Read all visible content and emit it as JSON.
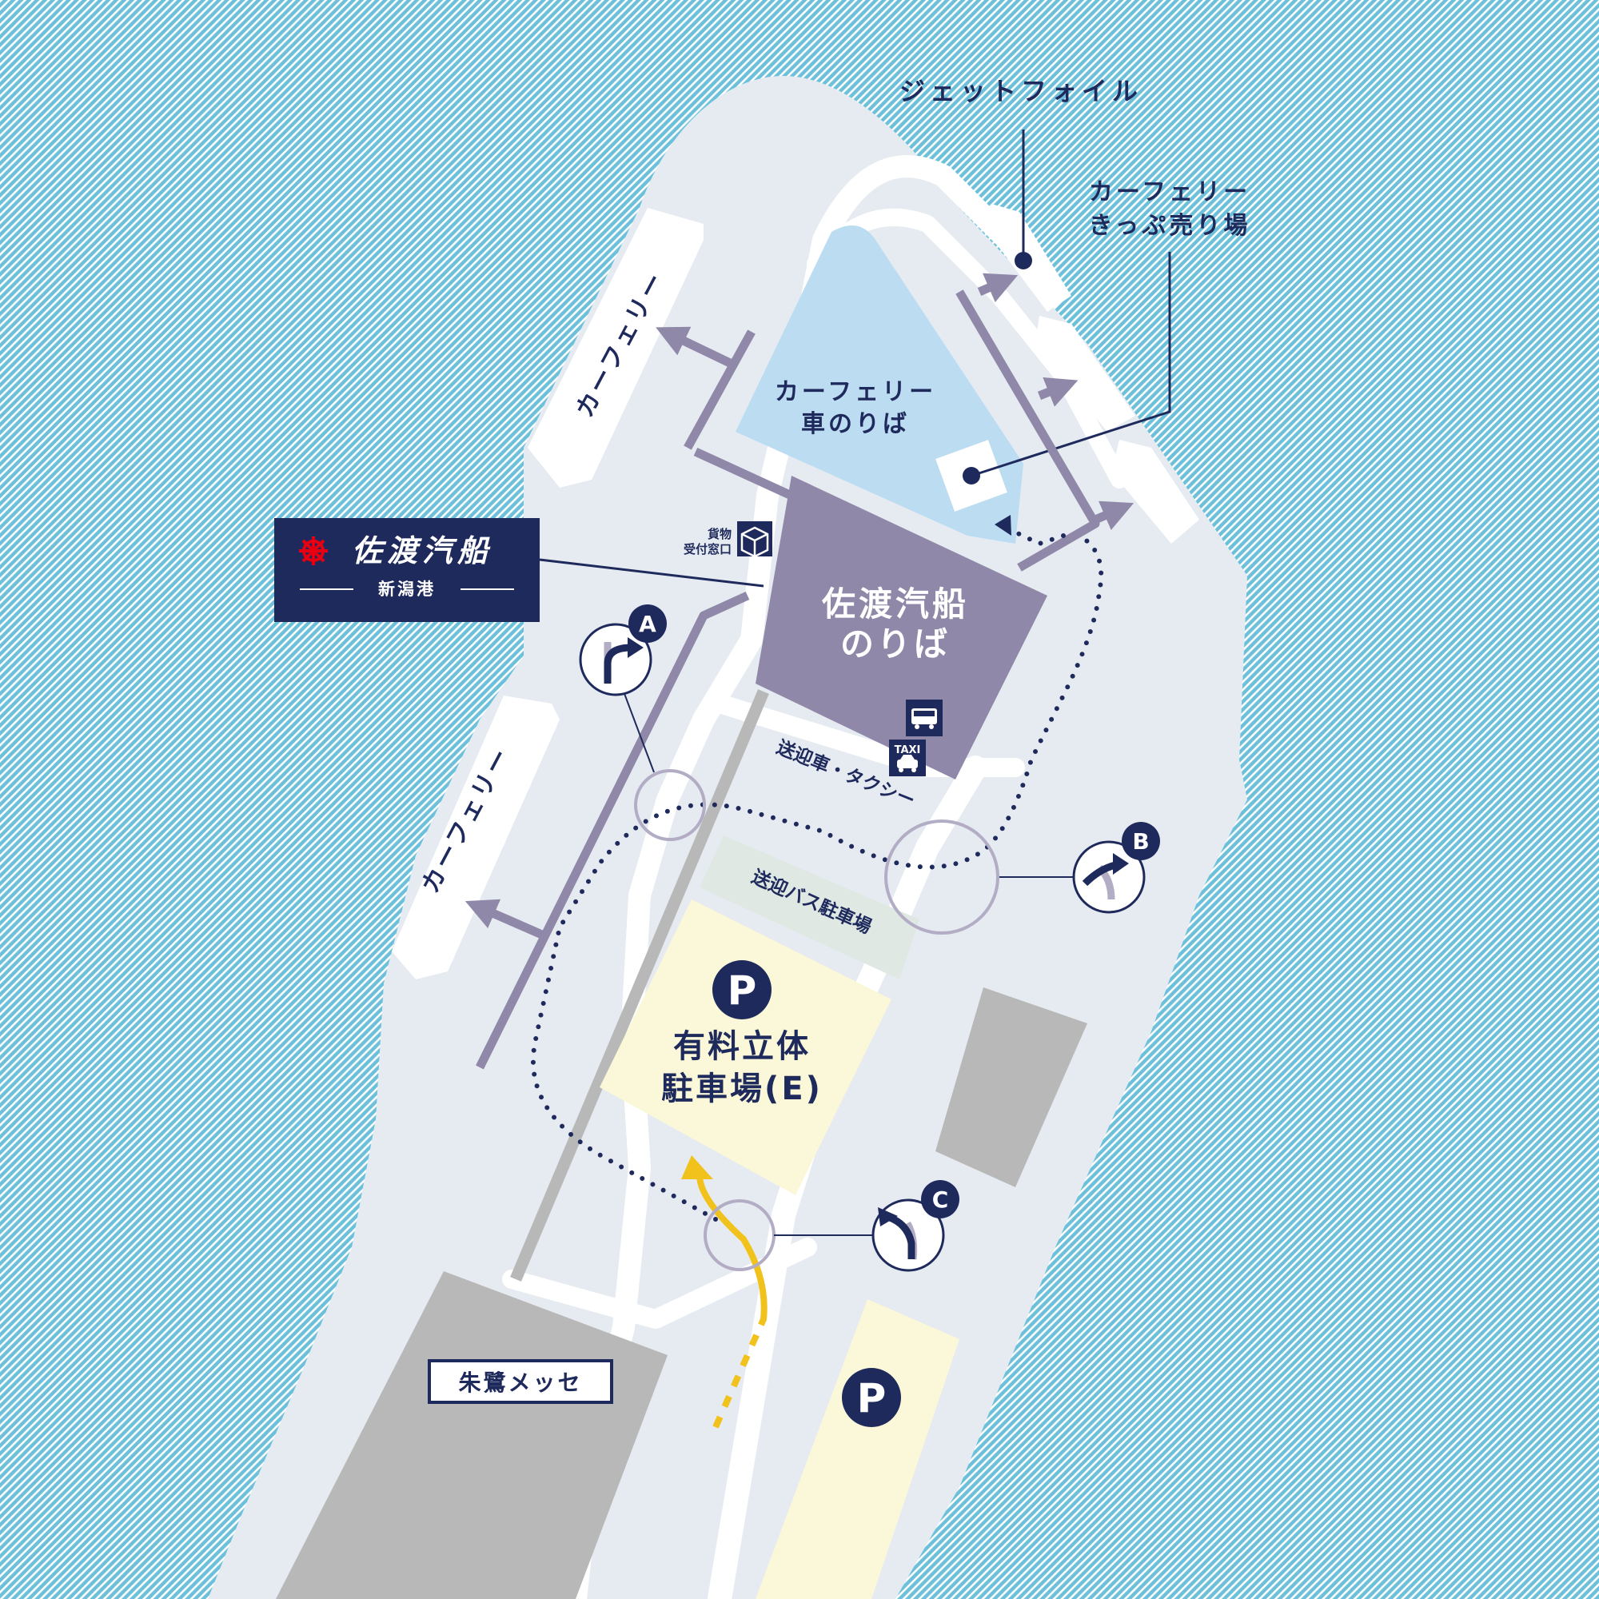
{
  "labels": {
    "jetfoil": "ジェットフォイル",
    "carferry_ticket_line1": "カーフェリー",
    "carferry_ticket_line2": "きっぷ売り場",
    "carferry_upper": "カーフェリー",
    "carferry_lower": "カーフェリー",
    "car_boarding_line1": "カーフェリー",
    "car_boarding_line2": "車のりば",
    "terminal_line1": "佐渡汽船",
    "terminal_line2": "のりば",
    "cargo_line1": "貨物",
    "cargo_line2": "受付窓口",
    "pickup_taxi": "送迎車・タクシー",
    "shuttle_bus_parking": "送迎バス駐車場",
    "parking_e_line1": "有料立体",
    "parking_e_line2": "駐車場(E)",
    "parking_symbol": "P",
    "toki_messe": "朱鷺メッセ",
    "taxi_sign": "TAXI"
  },
  "logo": {
    "brand": "佐渡汽船",
    "port": "新潟港"
  },
  "markers": {
    "a": "A",
    "b": "B",
    "c": "C"
  },
  "colors": {
    "sea": "#5bb8d4",
    "land": "#e6ebf1",
    "road": "#ffffff",
    "terminal": "#8f88a8",
    "car_boarding": "#bcdcf1",
    "parking": "#fbf8d9",
    "bus_parking": "#dfe8e3",
    "building": "#b8b8b8",
    "navy": "#1f2a5c",
    "yellow": "#f1c21b",
    "brand_red": "#e60012"
  },
  "icons": {
    "ticket_office": "ticket-office-icon",
    "cargo": "cargo-box-icon",
    "bus": "bus-icon",
    "taxi": "taxi-icon",
    "turn_right": "turn-right-icon",
    "merge": "merge-right-icon",
    "turn_left": "turn-left-icon",
    "logo_mark": "ship-wheel-icon"
  }
}
